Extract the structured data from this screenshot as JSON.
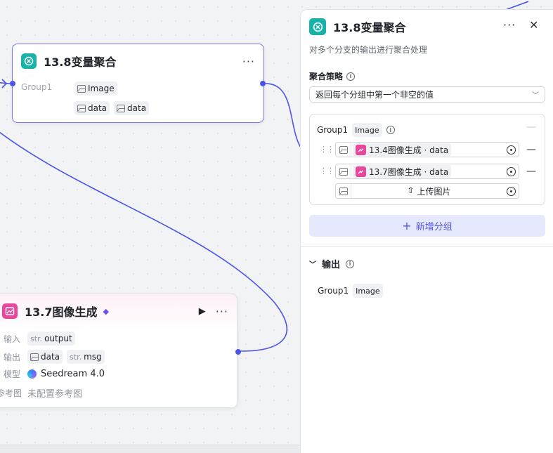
{
  "agg_node": {
    "title": "13.8变量聚合",
    "group_label": "Group1",
    "tags": [
      "Image",
      "data",
      "data"
    ],
    "menu": "···"
  },
  "img_node": {
    "title": "13.7图像生成",
    "rows": [
      {
        "key": "输入",
        "tags": [
          {
            "pre": "str.",
            "val": "output"
          }
        ]
      },
      {
        "key": "输出",
        "tags": [
          {
            "pre": "img",
            "val": "data"
          },
          {
            "pre": "str.",
            "val": "msg"
          }
        ]
      },
      {
        "key": "模型",
        "value": "Seedream 4.0"
      },
      {
        "key": "参考图",
        "value": "未配置参考图"
      }
    ],
    "run": "▶",
    "menu": "···"
  },
  "panel": {
    "title": "13.8变量聚合",
    "description": "对多个分支的输出进行聚合处理",
    "menu": "···",
    "close": "✕",
    "strategy_label": "聚合策略",
    "strategy_value": "返回每个分组中第一个非空的值",
    "group": {
      "name": "Group1",
      "type": "Image",
      "items": [
        "13.4图像生成 · data",
        "13.7图像生成 · data"
      ],
      "upload_label": "上传图片"
    },
    "add_group_label": "新增分组",
    "output_label": "输出",
    "output_group": "Group1",
    "output_type": "Image"
  },
  "colors": {
    "accent": "#4d53e8",
    "teal": "#17b2a8",
    "pink": "#e9479c"
  }
}
